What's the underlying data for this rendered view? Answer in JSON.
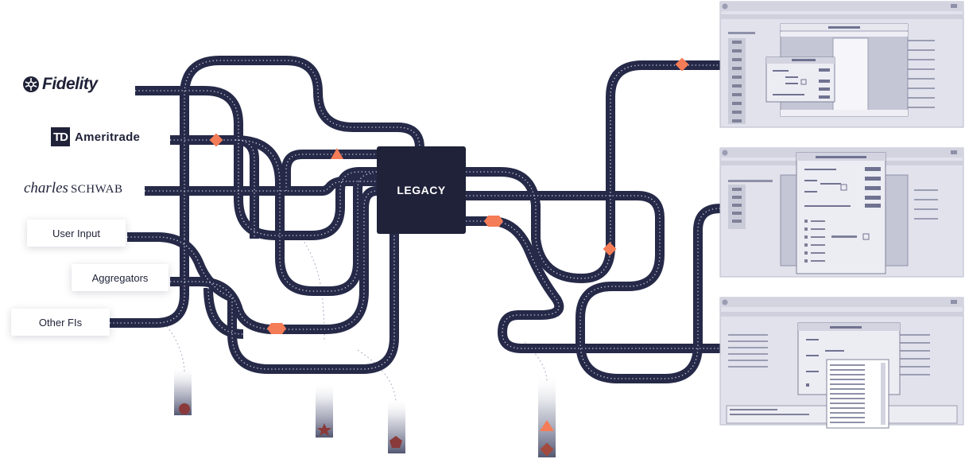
{
  "sources": {
    "fidelity": "Fidelity",
    "td_mark": "TD",
    "ameritrade": "Ameritrade",
    "charles": "charles",
    "schwab": "SCHWAB",
    "user_input": "User Input",
    "aggregators": "Aggregators",
    "other_fis": "Other FIs"
  },
  "hub": {
    "label": "LEGACY"
  },
  "colors": {
    "track": "#262a48",
    "hub": "#1f2238",
    "marker": "#f47c56",
    "lane_dots": "#c7cbe0",
    "window_bg": "#d8dae6",
    "window_panel": "#ececf3"
  },
  "icons": [
    "fidelity-logo-icon",
    "td-logo-icon",
    "diamond-marker-icon",
    "triangle-marker-icon",
    "hexagon-marker-icon",
    "circle-marker-icon",
    "star-marker-icon",
    "pentagon-marker-icon"
  ]
}
